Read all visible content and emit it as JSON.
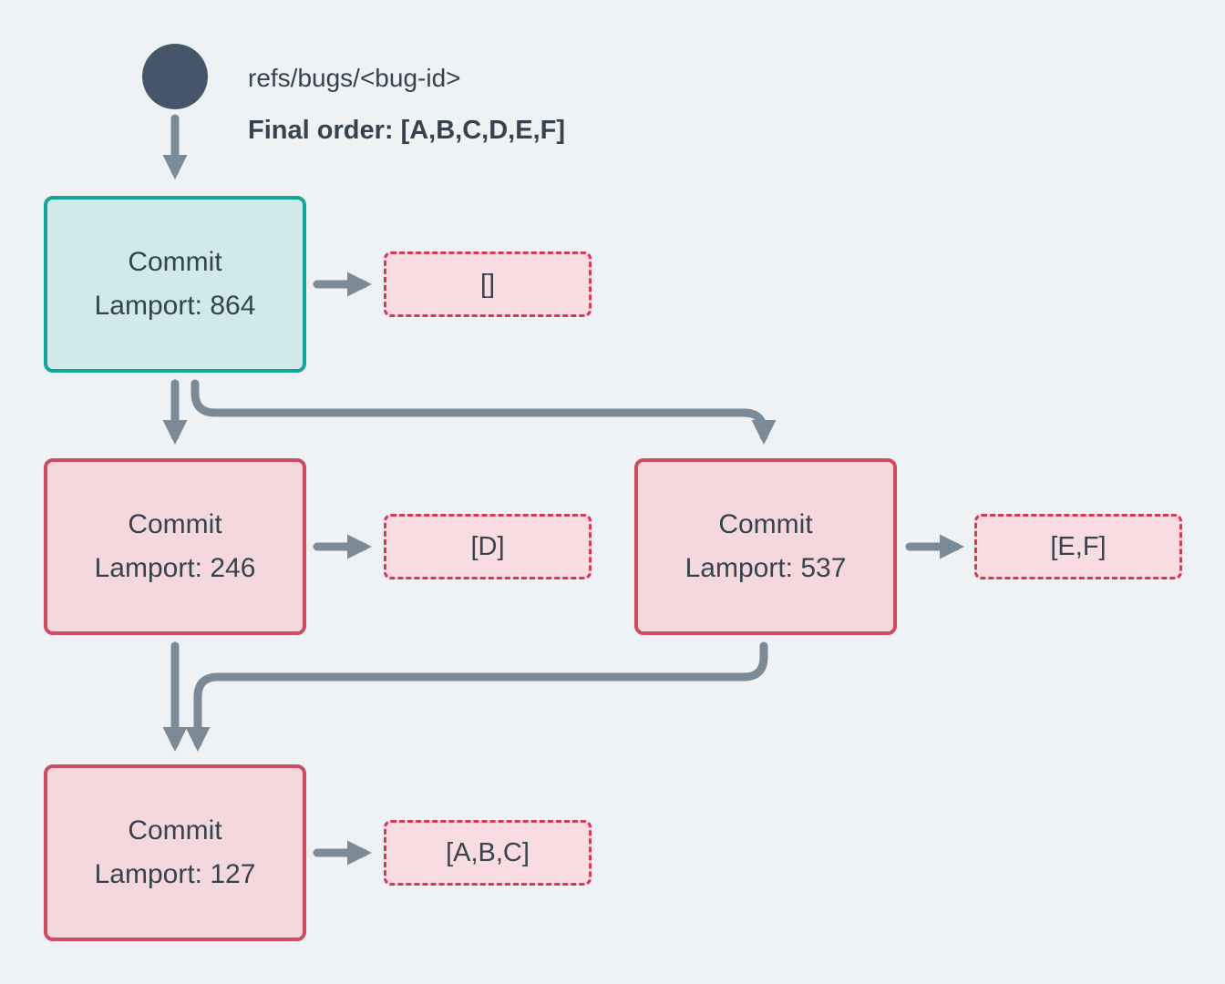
{
  "header": {
    "ref_label": "refs/bugs/<bug-id>",
    "final_order_label": "Final order: [A,B,C,D,E,F]"
  },
  "nodes": [
    {
      "id": "commit-864",
      "title": "Commit",
      "lamport": "Lamport: 864",
      "role": "head"
    },
    {
      "id": "commit-246",
      "title": "Commit",
      "lamport": "Lamport: 246",
      "role": "normal"
    },
    {
      "id": "commit-537",
      "title": "Commit",
      "lamport": "Lamport: 537",
      "role": "normal"
    },
    {
      "id": "commit-127",
      "title": "Commit",
      "lamport": "Lamport: 127",
      "role": "normal"
    }
  ],
  "payloads": [
    {
      "id": "payload-864",
      "value": "[]"
    },
    {
      "id": "payload-246",
      "value": "[D]"
    },
    {
      "id": "payload-537",
      "value": "[E,F]"
    },
    {
      "id": "payload-127",
      "value": "[A,B,C]"
    }
  ],
  "edges": [
    {
      "from": "ref",
      "to": "commit-864"
    },
    {
      "from": "commit-864",
      "to": "commit-246"
    },
    {
      "from": "commit-864",
      "to": "commit-537"
    },
    {
      "from": "commit-246",
      "to": "commit-127"
    },
    {
      "from": "commit-537",
      "to": "commit-127"
    },
    {
      "from": "commit-864",
      "to": "payload-864"
    },
    {
      "from": "commit-246",
      "to": "payload-246"
    },
    {
      "from": "commit-537",
      "to": "payload-537"
    },
    {
      "from": "commit-127",
      "to": "payload-127"
    }
  ],
  "colors": {
    "background": "#eef2f5",
    "ink": "#36434e",
    "ref_circle": "#45566a",
    "arrow": "#7a8a97",
    "head_commit_border": "#16a496",
    "head_commit_fill": "#cfeae8",
    "commit_border": "#d04a62",
    "commit_fill": "#f5d8de",
    "payload_border": "#d33a52",
    "payload_fill": "#f8dce1"
  }
}
